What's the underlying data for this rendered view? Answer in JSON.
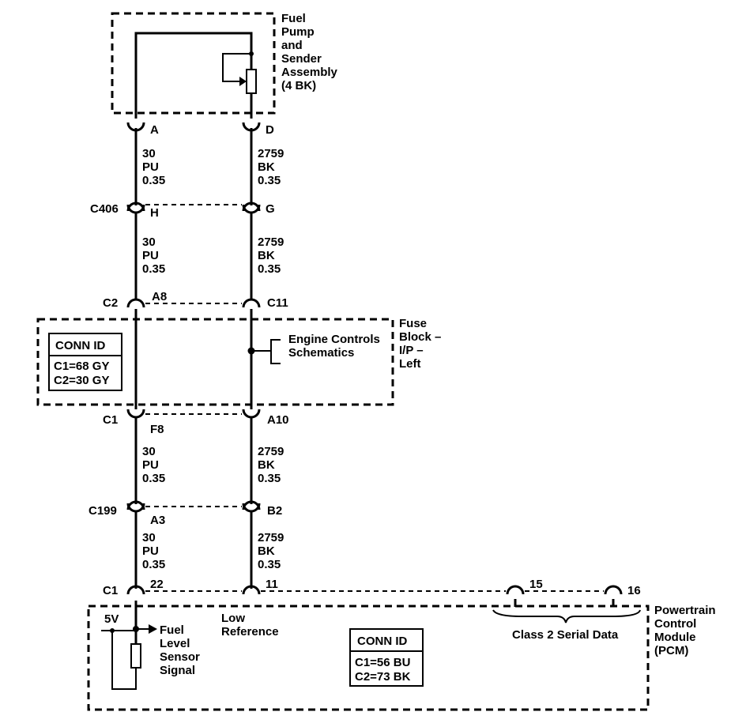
{
  "fuel_pump": {
    "label_lines": [
      "Fuel",
      "Pump",
      "and",
      "Sender",
      "Assembly",
      "(4 BK)"
    ]
  },
  "pins": {
    "pump_left": "A",
    "pump_right": "D",
    "c406_left": "H",
    "c406_right": "G",
    "fuse_top_left": "A8",
    "fuse_top_right": "C11",
    "fuse_bottom_left": "F8",
    "fuse_bottom_right": "A10",
    "c199_left": "A3",
    "c199_right": "B2",
    "pcm_left": "22",
    "pcm_right": "11",
    "pcm_15": "15",
    "pcm_16": "16"
  },
  "connectors": {
    "c406": "C406",
    "fuse_top_left": "C2",
    "fuse_top_right": "C11",
    "fuse_bottom_left": "C1",
    "c199": "C199",
    "pcm_left": "C1"
  },
  "wire_left": {
    "circuit": "30",
    "color": "PU",
    "size": "0.35"
  },
  "wire_right": {
    "circuit": "2759",
    "color": "BK",
    "size": "0.35"
  },
  "fuse_block": {
    "label_lines": [
      "Fuse",
      "Block –",
      "I/P –",
      "Left"
    ],
    "conn_id_title": "CONN ID",
    "conn_id_lines": [
      "C1=68 GY",
      "C2=30 GY"
    ],
    "branch_label_lines": [
      "Engine Controls",
      "Schematics"
    ]
  },
  "pcm": {
    "label_lines": [
      "Powertrain",
      "Control",
      "Module",
      "(PCM)"
    ],
    "conn_id_title": "CONN ID",
    "conn_id_lines": [
      "C1=56 BU",
      "C2=73 BK"
    ],
    "voltage": "5V",
    "sensor_label_lines": [
      "Fuel",
      "Level",
      "Sensor",
      "Signal"
    ],
    "low_ref_lines": [
      "Low",
      "Reference"
    ],
    "serial_label": "Class 2 Serial Data"
  }
}
